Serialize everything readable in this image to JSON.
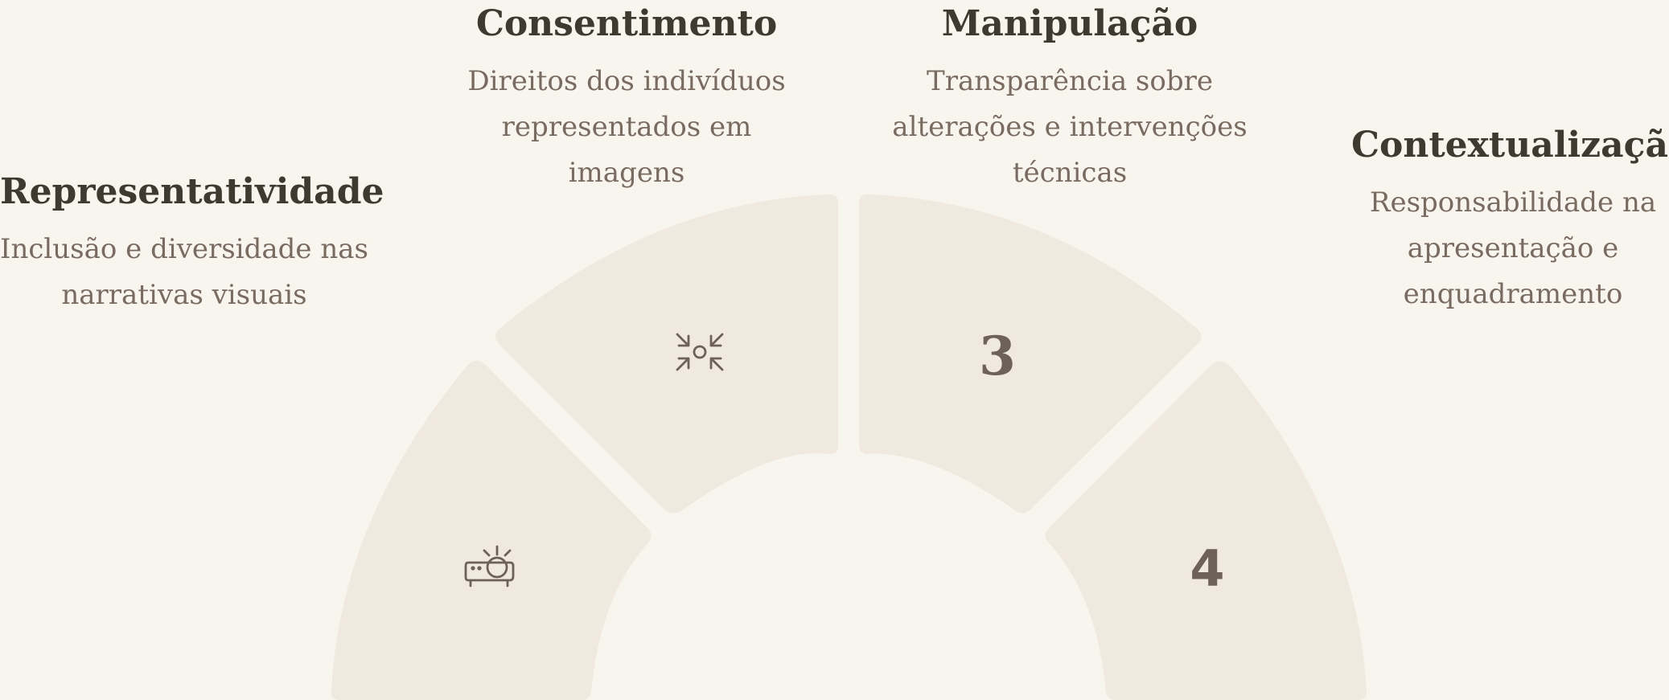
{
  "segments": [
    {
      "marker": "projector-icon",
      "title": "Representatividade",
      "description": "Inclusão e diversidade nas narrativas visuais"
    },
    {
      "marker": "focus-arrows-icon",
      "title": "Consentimento",
      "description": "Direitos dos indivíduos representados em imagens"
    },
    {
      "marker": "3",
      "title": "Manipulação",
      "description": "Transparência sobre alterações e intervenções técnicas"
    },
    {
      "marker": "4",
      "title": "Contextualização",
      "description": "Responsabilidade na apresentação e enquadramento"
    }
  ],
  "colors": {
    "background": "#f8f5ef",
    "segment_fill": "#efe9df",
    "title": "#3f3a30",
    "description": "#7a6b60",
    "icon_stroke": "#6e6258"
  }
}
